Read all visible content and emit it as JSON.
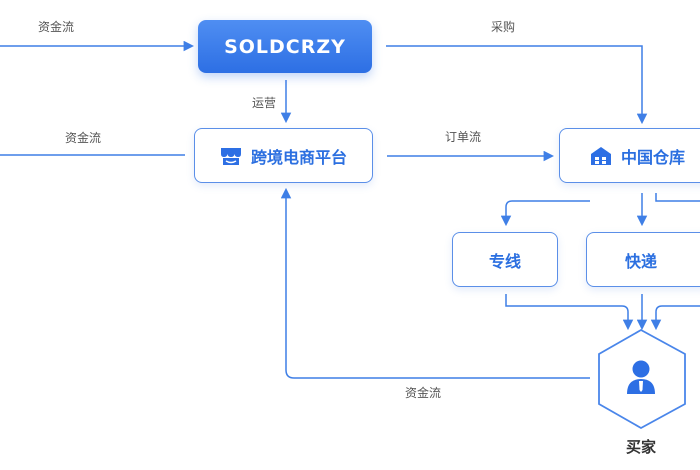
{
  "nodes": {
    "brand": "SOLDCRZY",
    "platform": "跨境电商平台",
    "warehouse": "中国仓库",
    "dedicated_line": "专线",
    "express": "快递",
    "buyer": "买家"
  },
  "edges": {
    "capital_top": "资金流",
    "capital_mid": "资金流",
    "capital_bottom": "资金流",
    "purchase": "采购",
    "operation": "运营",
    "order_flow": "订单流"
  },
  "colors": {
    "accent": "#2d6fe4",
    "line": "#3f7fe6"
  },
  "icons": {
    "platform": "storefront-icon",
    "warehouse": "warehouse-icon",
    "buyer": "user-icon"
  }
}
